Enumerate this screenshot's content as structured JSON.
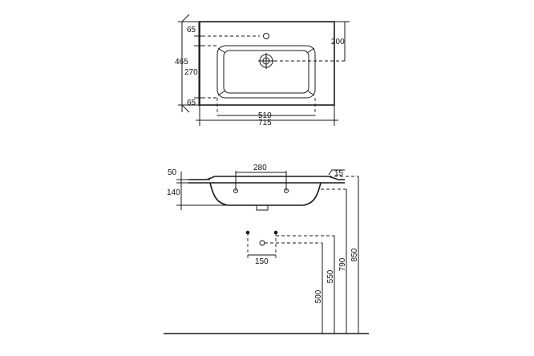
{
  "top_view": {
    "dims": {
      "d65_top": "65",
      "d465": "465",
      "d270": "270",
      "d65_bottom": "65",
      "d200": "200",
      "d510": "510",
      "d715": "715"
    }
  },
  "side_view": {
    "dims": {
      "d280": "280",
      "d15": "15",
      "d50": "50",
      "d140": "140",
      "d150": "150",
      "d500": "500",
      "d550": "550",
      "d790": "790",
      "d850": "850"
    }
  }
}
